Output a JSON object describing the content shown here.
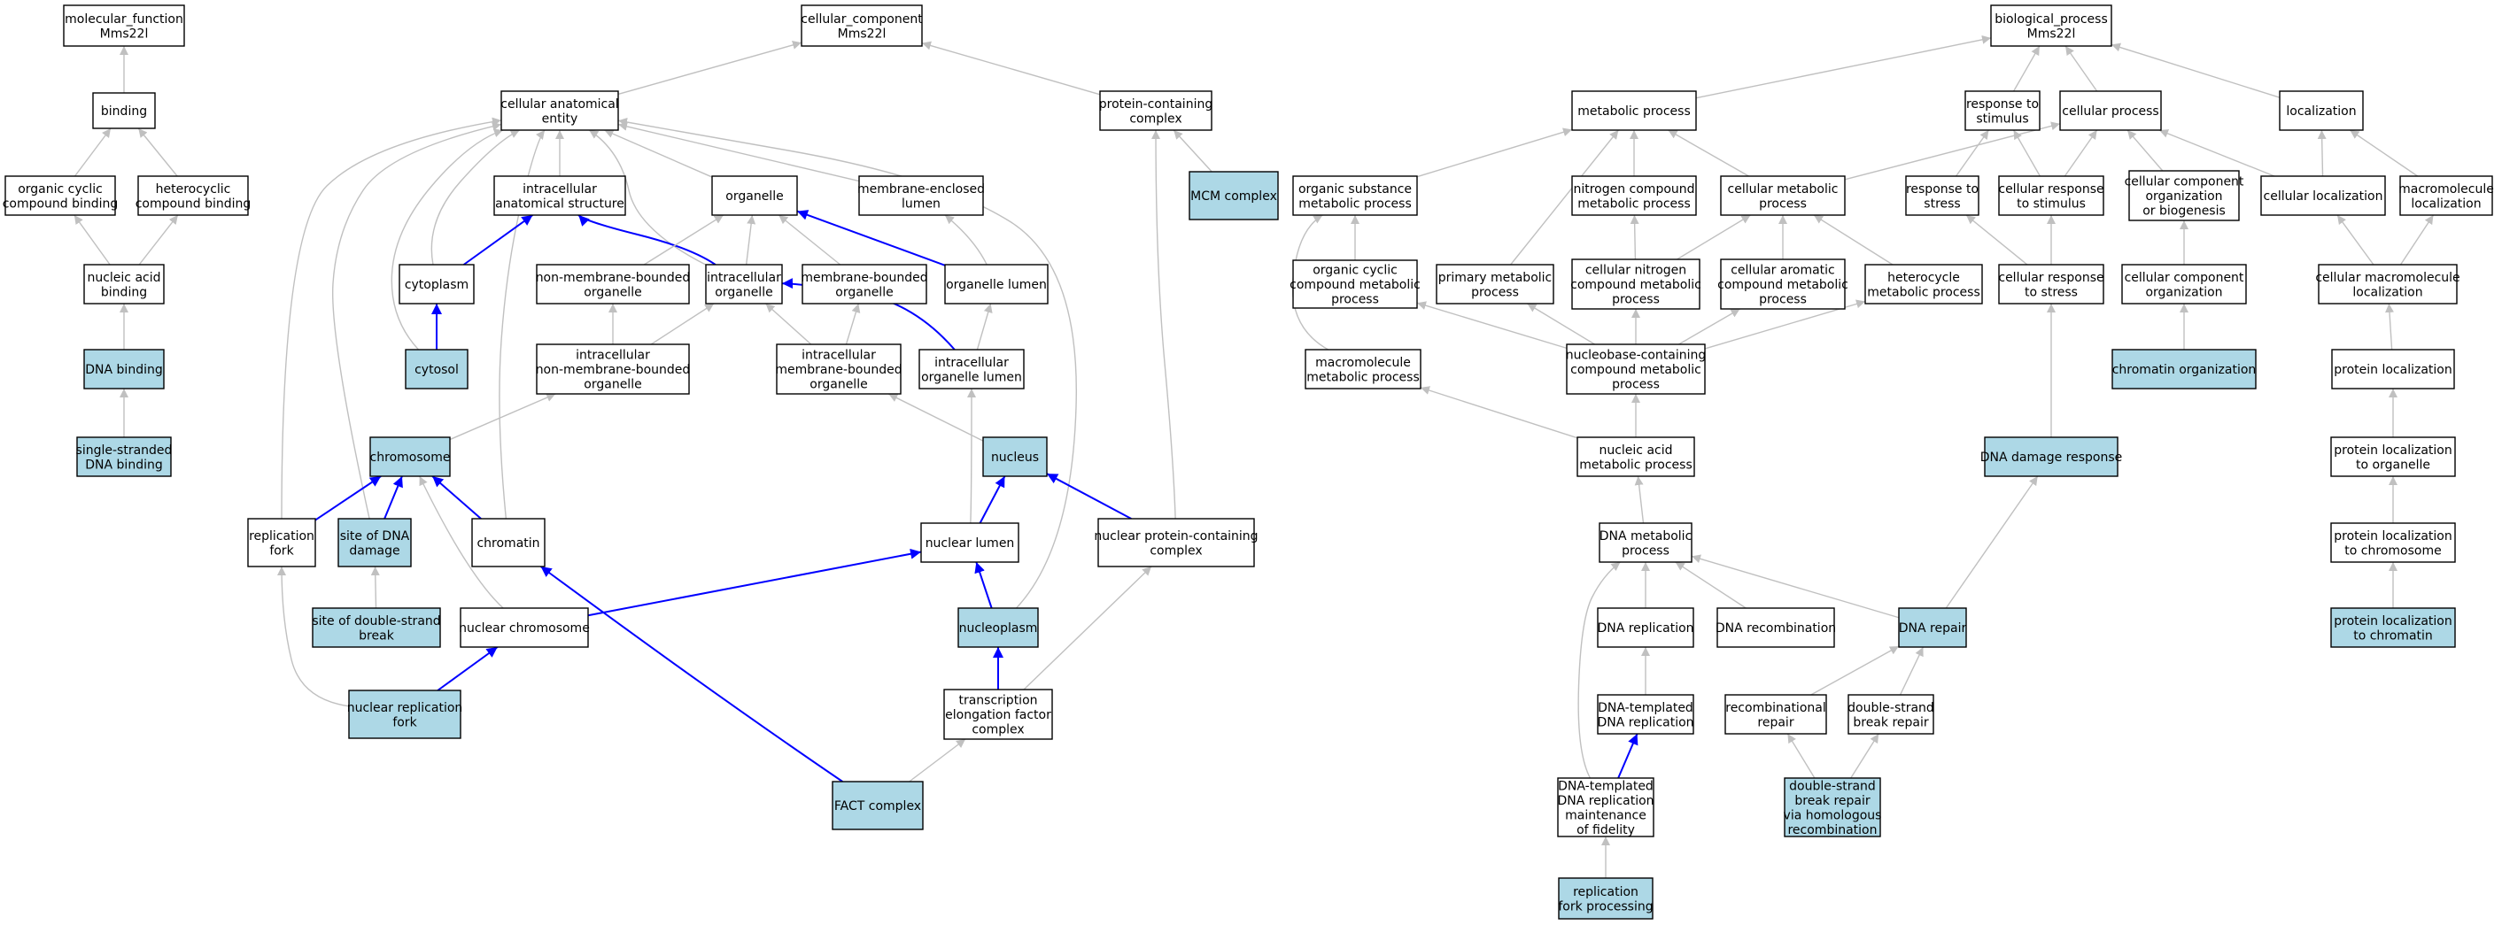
{
  "colors": {
    "highlight_fill": "#add8e6",
    "plain_fill": "#ffffff",
    "gray_edge": "#c0c0c0",
    "blue_edge": "#0000ff"
  },
  "nodes": {
    "mf_root": {
      "lines": [
        "molecular_function",
        "Mms22l"
      ],
      "hl": false
    },
    "binding": {
      "lines": [
        "binding"
      ],
      "hl": false
    },
    "org_cyc_binding": {
      "lines": [
        "organic cyclic",
        "compound binding"
      ],
      "hl": false
    },
    "het_binding": {
      "lines": [
        "heterocyclic",
        "compound binding"
      ],
      "hl": false
    },
    "nucleic_binding": {
      "lines": [
        "nucleic acid",
        "binding"
      ],
      "hl": false
    },
    "dna_binding": {
      "lines": [
        "DNA binding"
      ],
      "hl": true
    },
    "ss_dna_binding": {
      "lines": [
        "single-stranded",
        "DNA binding"
      ],
      "hl": true
    },
    "cc_root": {
      "lines": [
        "cellular_component",
        "Mms22l"
      ],
      "hl": false
    },
    "cae": {
      "lines": [
        "cellular anatomical",
        "entity"
      ],
      "hl": false
    },
    "pcc": {
      "lines": [
        "protein-containing",
        "complex"
      ],
      "hl": false
    },
    "mcm": {
      "lines": [
        "MCM complex"
      ],
      "hl": true
    },
    "ias": {
      "lines": [
        "intracellular",
        "anatomical structure"
      ],
      "hl": false
    },
    "organelle": {
      "lines": [
        "organelle"
      ],
      "hl": false
    },
    "mel": {
      "lines": [
        "membrane-enclosed",
        "lumen"
      ],
      "hl": false
    },
    "cytoplasm": {
      "lines": [
        "cytoplasm"
      ],
      "hl": false
    },
    "cytosol": {
      "lines": [
        "cytosol"
      ],
      "hl": true
    },
    "nmbo": {
      "lines": [
        "non-membrane-bounded",
        "organelle"
      ],
      "hl": false
    },
    "io": {
      "lines": [
        "intracellular",
        "organelle"
      ],
      "hl": false
    },
    "mbo": {
      "lines": [
        "membrane-bounded",
        "organelle"
      ],
      "hl": false
    },
    "ol": {
      "lines": [
        "organelle lumen"
      ],
      "hl": false
    },
    "inmbo": {
      "lines": [
        "intracellular",
        "non-membrane-bounded",
        "organelle"
      ],
      "hl": false
    },
    "imbo": {
      "lines": [
        "intracellular",
        "membrane-bounded",
        "organelle"
      ],
      "hl": false
    },
    "iol": {
      "lines": [
        "intracellular",
        "organelle lumen"
      ],
      "hl": false
    },
    "chromosome": {
      "lines": [
        "chromosome"
      ],
      "hl": true
    },
    "nucleus": {
      "lines": [
        "nucleus"
      ],
      "hl": true
    },
    "rep_fork": {
      "lines": [
        "replication",
        "fork"
      ],
      "hl": false
    },
    "site_dna": {
      "lines": [
        "site of DNA",
        "damage"
      ],
      "hl": true
    },
    "chromatin": {
      "lines": [
        "chromatin"
      ],
      "hl": false
    },
    "nuc_lumen": {
      "lines": [
        "nuclear lumen"
      ],
      "hl": false
    },
    "npcc": {
      "lines": [
        "nuclear protein-containing",
        "complex"
      ],
      "hl": false
    },
    "site_dsb": {
      "lines": [
        "site of double-strand",
        "break"
      ],
      "hl": true
    },
    "nuc_chrom": {
      "lines": [
        "nuclear chromosome"
      ],
      "hl": false
    },
    "nucleoplasm": {
      "lines": [
        "nucleoplasm"
      ],
      "hl": true
    },
    "nuc_rep_fork": {
      "lines": [
        "nuclear replication",
        "fork"
      ],
      "hl": true
    },
    "tefc": {
      "lines": [
        "transcription",
        "elongation factor",
        "complex"
      ],
      "hl": false
    },
    "fact": {
      "lines": [
        "FACT complex"
      ],
      "hl": true
    },
    "bp_root": {
      "lines": [
        "biological_process",
        "Mms22l"
      ],
      "hl": false
    },
    "met_proc": {
      "lines": [
        "metabolic process"
      ],
      "hl": false
    },
    "resp_stim": {
      "lines": [
        "response to",
        "stimulus"
      ],
      "hl": false
    },
    "cell_proc": {
      "lines": [
        "cellular process"
      ],
      "hl": false
    },
    "localization": {
      "lines": [
        "localization"
      ],
      "hl": false
    },
    "osmp": {
      "lines": [
        "organic substance",
        "metabolic process"
      ],
      "hl": false
    },
    "ncmp": {
      "lines": [
        "nitrogen compound",
        "metabolic process"
      ],
      "hl": false
    },
    "cmp": {
      "lines": [
        "cellular metabolic",
        "process"
      ],
      "hl": false
    },
    "resp_stress": {
      "lines": [
        "response to",
        "stress"
      ],
      "hl": false
    },
    "crs": {
      "lines": [
        "cellular response",
        "to stimulus"
      ],
      "hl": false
    },
    "ccob": {
      "lines": [
        "cellular component",
        "organization",
        "or biogenesis"
      ],
      "hl": false
    },
    "cell_loc": {
      "lines": [
        "cellular localization"
      ],
      "hl": false
    },
    "macro_loc": {
      "lines": [
        "macromolecule",
        "localization"
      ],
      "hl": false
    },
    "occmp": {
      "lines": [
        "organic cyclic",
        "compound metabolic",
        "process"
      ],
      "hl": false
    },
    "pmp": {
      "lines": [
        "primary metabolic",
        "process"
      ],
      "hl": false
    },
    "cncmp": {
      "lines": [
        "cellular nitrogen",
        "compound metabolic",
        "process"
      ],
      "hl": false
    },
    "cacmp": {
      "lines": [
        "cellular aromatic",
        "compound metabolic",
        "process"
      ],
      "hl": false
    },
    "hmp": {
      "lines": [
        "heterocycle",
        "metabolic process"
      ],
      "hl": false
    },
    "crstress": {
      "lines": [
        "cellular response",
        "to stress"
      ],
      "hl": false
    },
    "cco": {
      "lines": [
        "cellular component",
        "organization"
      ],
      "hl": false
    },
    "cml": {
      "lines": [
        "cellular macromolecule",
        "localization"
      ],
      "hl": false
    },
    "mmp": {
      "lines": [
        "macromolecule",
        "metabolic process"
      ],
      "hl": false
    },
    "nbccmp": {
      "lines": [
        "nucleobase-containing",
        "compound metabolic",
        "process"
      ],
      "hl": false
    },
    "chrom_org": {
      "lines": [
        "chromatin organization"
      ],
      "hl": true
    },
    "prot_loc": {
      "lines": [
        "protein localization"
      ],
      "hl": false
    },
    "namp": {
      "lines": [
        "nucleic acid",
        "metabolic process"
      ],
      "hl": false
    },
    "ddr": {
      "lines": [
        "DNA damage response"
      ],
      "hl": true
    },
    "plo": {
      "lines": [
        "protein localization",
        "to organelle"
      ],
      "hl": false
    },
    "dmp": {
      "lines": [
        "DNA metabolic",
        "process"
      ],
      "hl": false
    },
    "plc": {
      "lines": [
        "protein localization",
        "to chromosome"
      ],
      "hl": false
    },
    "dna_rep": {
      "lines": [
        "DNA replication"
      ],
      "hl": false
    },
    "dna_recomb": {
      "lines": [
        "DNA recombination"
      ],
      "hl": false
    },
    "dna_repair": {
      "lines": [
        "DNA repair"
      ],
      "hl": true
    },
    "plchrom": {
      "lines": [
        "protein localization",
        "to chromatin"
      ],
      "hl": true
    },
    "dtdr": {
      "lines": [
        "DNA-templated",
        "DNA replication"
      ],
      "hl": false
    },
    "recomb_rep": {
      "lines": [
        "recombinational",
        "repair"
      ],
      "hl": false
    },
    "dsbr": {
      "lines": [
        "double-strand",
        "break repair"
      ],
      "hl": false
    },
    "dtdrmf": {
      "lines": [
        "DNA-templated",
        "DNA replication",
        "maintenance",
        "of fidelity"
      ],
      "hl": false
    },
    "dsbrhr": {
      "lines": [
        "double-strand",
        "break repair",
        "via homologous",
        "recombination"
      ],
      "hl": true
    },
    "rfp": {
      "lines": [
        "replication",
        "fork processing"
      ],
      "hl": true
    }
  },
  "edges": [
    [
      "binding",
      "mf_root",
      "gray"
    ],
    [
      "org_cyc_binding",
      "binding",
      "gray"
    ],
    [
      "het_binding",
      "binding",
      "gray"
    ],
    [
      "nucleic_binding",
      "org_cyc_binding",
      "gray"
    ],
    [
      "nucleic_binding",
      "het_binding",
      "gray"
    ],
    [
      "dna_binding",
      "nucleic_binding",
      "gray"
    ],
    [
      "ss_dna_binding",
      "dna_binding",
      "gray"
    ],
    [
      "cae",
      "cc_root",
      "gray"
    ],
    [
      "pcc",
      "cc_root",
      "gray"
    ],
    [
      "mcm",
      "pcc",
      "gray"
    ],
    [
      "ias",
      "cae",
      "gray"
    ],
    [
      "organelle",
      "cae",
      "gray"
    ],
    [
      "mel",
      "cae",
      "gray"
    ],
    [
      "cytoplasm",
      "cae",
      "gray"
    ],
    [
      "cytosol",
      "cae",
      "gray"
    ],
    [
      "rep_fork",
      "cae",
      "gray"
    ],
    [
      "site_dna",
      "cae",
      "gray"
    ],
    [
      "chromatin",
      "cae",
      "gray"
    ],
    [
      "io",
      "cae",
      "gray"
    ],
    [
      "nucleoplasm",
      "cae",
      "gray"
    ],
    [
      "cytoplasm",
      "ias",
      "blue"
    ],
    [
      "cytosol",
      "cytoplasm",
      "blue"
    ],
    [
      "io",
      "ias",
      "blue"
    ],
    [
      "nmbo",
      "organelle",
      "gray"
    ],
    [
      "io",
      "organelle",
      "gray"
    ],
    [
      "mbo",
      "organelle",
      "gray"
    ],
    [
      "ol",
      "organelle",
      "blue"
    ],
    [
      "ol",
      "mel",
      "gray"
    ],
    [
      "inmbo",
      "nmbo",
      "gray"
    ],
    [
      "inmbo",
      "io",
      "gray"
    ],
    [
      "imbo",
      "io",
      "gray"
    ],
    [
      "imbo",
      "mbo",
      "gray"
    ],
    [
      "iol",
      "ol",
      "gray"
    ],
    [
      "iol",
      "io",
      "blue"
    ],
    [
      "chromosome",
      "inmbo",
      "gray"
    ],
    [
      "nucleus",
      "imbo",
      "gray"
    ],
    [
      "rep_fork",
      "chromosome",
      "blue"
    ],
    [
      "site_dna",
      "chromosome",
      "blue"
    ],
    [
      "chromatin",
      "chromosome",
      "blue"
    ],
    [
      "nuc_chrom",
      "chromosome",
      "gray"
    ],
    [
      "site_dsb",
      "site_dna",
      "gray"
    ],
    [
      "nuc_lumen",
      "nucleus",
      "blue"
    ],
    [
      "nuc_lumen",
      "iol",
      "gray"
    ],
    [
      "npcc",
      "nucleus",
      "blue"
    ],
    [
      "npcc",
      "pcc",
      "gray"
    ],
    [
      "nuc_chrom",
      "nuc_lumen",
      "blue"
    ],
    [
      "nucleoplasm",
      "nuc_lumen",
      "blue"
    ],
    [
      "nuc_rep_fork",
      "rep_fork",
      "gray"
    ],
    [
      "nuc_rep_fork",
      "nuc_chrom",
      "blue"
    ],
    [
      "tefc",
      "npcc",
      "gray"
    ],
    [
      "tefc",
      "nucleoplasm",
      "blue"
    ],
    [
      "fact",
      "tefc",
      "gray"
    ],
    [
      "fact",
      "chromatin",
      "blue"
    ],
    [
      "met_proc",
      "bp_root",
      "gray"
    ],
    [
      "resp_stim",
      "bp_root",
      "gray"
    ],
    [
      "cell_proc",
      "bp_root",
      "gray"
    ],
    [
      "localization",
      "bp_root",
      "gray"
    ],
    [
      "osmp",
      "met_proc",
      "gray"
    ],
    [
      "ncmp",
      "met_proc",
      "gray"
    ],
    [
      "cmp",
      "met_proc",
      "gray"
    ],
    [
      "pmp",
      "met_proc",
      "gray"
    ],
    [
      "cmp",
      "cell_proc",
      "gray"
    ],
    [
      "resp_stress",
      "resp_stim",
      "gray"
    ],
    [
      "crs",
      "resp_stim",
      "gray"
    ],
    [
      "crs",
      "cell_proc",
      "gray"
    ],
    [
      "ccob",
      "cell_proc",
      "gray"
    ],
    [
      "cell_loc",
      "cell_proc",
      "gray"
    ],
    [
      "cell_loc",
      "localization",
      "gray"
    ],
    [
      "macro_loc",
      "localization",
      "gray"
    ],
    [
      "occmp",
      "osmp",
      "gray"
    ],
    [
      "mmp",
      "osmp",
      "gray"
    ],
    [
      "cncmp",
      "ncmp",
      "gray"
    ],
    [
      "cncmp",
      "cmp",
      "gray"
    ],
    [
      "cacmp",
      "cmp",
      "gray"
    ],
    [
      "hmp",
      "cmp",
      "gray"
    ],
    [
      "crstress",
      "resp_stress",
      "gray"
    ],
    [
      "crstress",
      "crs",
      "gray"
    ],
    [
      "cco",
      "ccob",
      "gray"
    ],
    [
      "cml",
      "cell_loc",
      "gray"
    ],
    [
      "cml",
      "macro_loc",
      "gray"
    ],
    [
      "nbccmp",
      "occmp",
      "gray"
    ],
    [
      "nbccmp",
      "pmp",
      "gray"
    ],
    [
      "nbccmp",
      "cncmp",
      "gray"
    ],
    [
      "nbccmp",
      "cacmp",
      "gray"
    ],
    [
      "nbccmp",
      "hmp",
      "gray"
    ],
    [
      "chrom_org",
      "cco",
      "gray"
    ],
    [
      "prot_loc",
      "cml",
      "gray"
    ],
    [
      "namp",
      "nbccmp",
      "gray"
    ],
    [
      "namp",
      "mmp",
      "gray"
    ],
    [
      "ddr",
      "crstress",
      "gray"
    ],
    [
      "plo",
      "prot_loc",
      "gray"
    ],
    [
      "dmp",
      "namp",
      "gray"
    ],
    [
      "plc",
      "plo",
      "gray"
    ],
    [
      "dna_rep",
      "dmp",
      "gray"
    ],
    [
      "dna_recomb",
      "dmp",
      "gray"
    ],
    [
      "dna_repair",
      "dmp",
      "gray"
    ],
    [
      "dna_repair",
      "ddr",
      "gray"
    ],
    [
      "plchrom",
      "plc",
      "gray"
    ],
    [
      "dtdr",
      "dna_rep",
      "gray"
    ],
    [
      "recomb_rep",
      "dna_repair",
      "gray"
    ],
    [
      "dsbr",
      "dna_repair",
      "gray"
    ],
    [
      "dtdrmf",
      "dtdr",
      "blue"
    ],
    [
      "dtdrmf",
      "dmp",
      "gray"
    ],
    [
      "dsbrhr",
      "recomb_rep",
      "gray"
    ],
    [
      "dsbrhr",
      "dsbr",
      "gray"
    ],
    [
      "rfp",
      "dtdrmf",
      "gray"
    ]
  ]
}
